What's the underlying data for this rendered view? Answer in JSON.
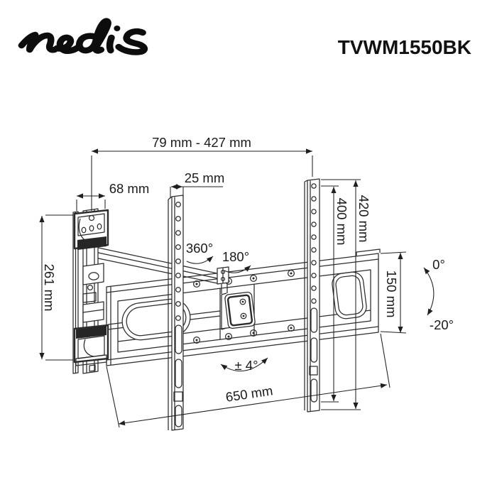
{
  "header": {
    "brand": "nedis",
    "model": "TVWM1550BK"
  },
  "diagram": {
    "type": "tv-wall-mount-technical-drawing",
    "line_color": "#2b2b2b",
    "dimensions": {
      "extension_range": "79 mm - 427 mm",
      "rail_width": "25 mm",
      "wall_plate_width": "68 mm",
      "wall_plate_height": "261 mm",
      "vesa_hole_height": "400 mm",
      "rail_height": "420 mm",
      "end_plate_height": "150 mm",
      "bottom_width": "650 mm"
    },
    "angles": {
      "swivel_wall": "360°",
      "swivel_elbow": "180°",
      "tilt_up": "0°",
      "tilt_down": "-20°",
      "level_adjust": "± 4°"
    }
  }
}
